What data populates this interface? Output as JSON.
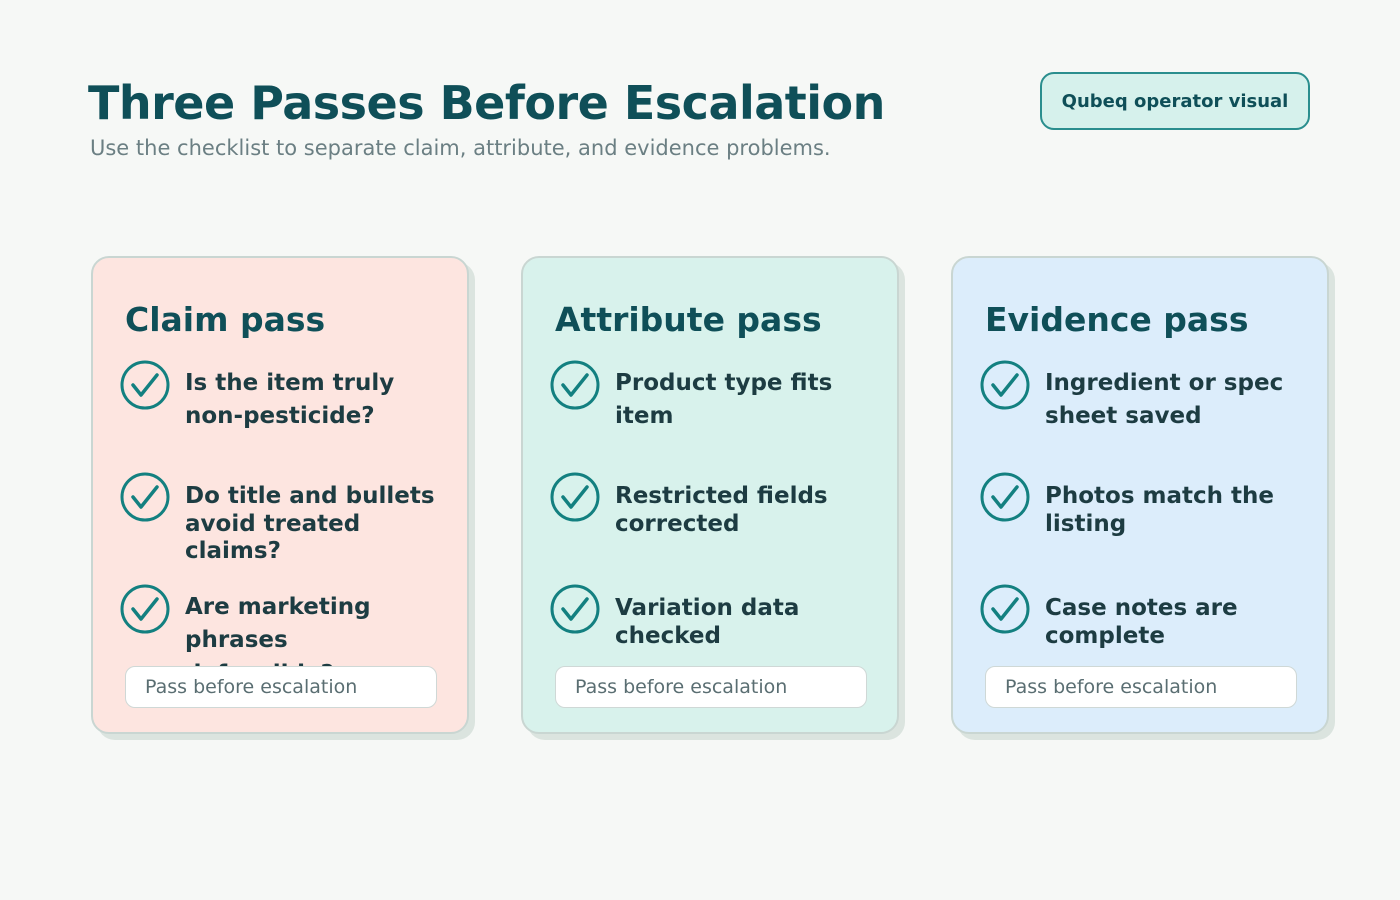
{
  "header": {
    "title": "Three Passes Before Escalation",
    "subtitle": "Use the checklist to separate claim, attribute, and evidence problems.",
    "badge": "Qubeq operator visual"
  },
  "colors": {
    "title": "#0f4f58",
    "check": "#138080",
    "claim_bg": "#fde5e0",
    "attribute_bg": "#d8f2ec",
    "evidence_bg": "#dcedfb"
  },
  "cards": [
    {
      "title": "Claim pass",
      "items": [
        "Is the item truly non-pesticide?",
        "Do title and bullets avoid treated claims?",
        "Are marketing phrases defensible?"
      ],
      "footer": "Pass before escalation"
    },
    {
      "title": "Attribute pass",
      "items": [
        "Product type fits item",
        "Restricted fields corrected",
        "Variation data checked"
      ],
      "footer": "Pass before escalation"
    },
    {
      "title": "Evidence pass",
      "items": [
        "Ingredient or spec sheet saved",
        "Photos match the listing",
        "Case notes are complete"
      ],
      "footer": "Pass before escalation"
    }
  ],
  "icons": {
    "check": "check-circle-icon"
  }
}
